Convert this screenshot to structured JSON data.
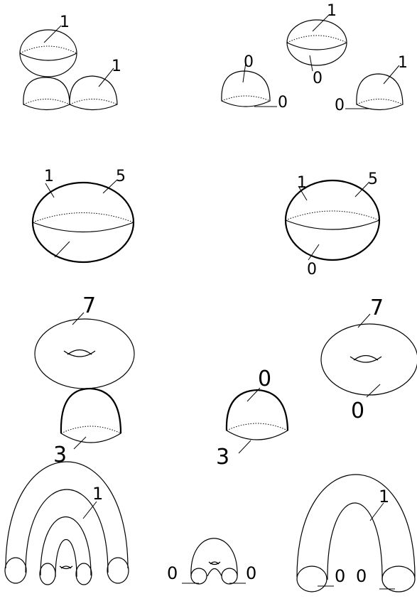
{
  "labels": {
    "r1_left_sphere": "1",
    "r1_left_caps": "1",
    "r1_right_sphere_top": "1",
    "r1_right_sphere_bottom": "0",
    "r1_right_cap1_top": "0",
    "r1_right_cap1_bottom": "0",
    "r1_right_cap2_top": "1",
    "r1_right_cap2_bottom": "0",
    "r2_left_a": "1",
    "r2_left_b": "5",
    "r2_right_a": "1",
    "r2_right_b": "5",
    "r2_right_c": "0",
    "r3_left_torus": "7",
    "r3_left_cap": "3",
    "r3_mid_cap_top": "0",
    "r3_mid_cap_bottom": "3",
    "r3_right_torus_top": "7",
    "r3_right_torus_bottom": "0",
    "r4_left_arch": "1",
    "r4_mid_left": "0",
    "r4_mid_right": "0",
    "r4_right_arch": "1",
    "r4_right_leg1": "0",
    "r4_right_leg2": "0"
  }
}
